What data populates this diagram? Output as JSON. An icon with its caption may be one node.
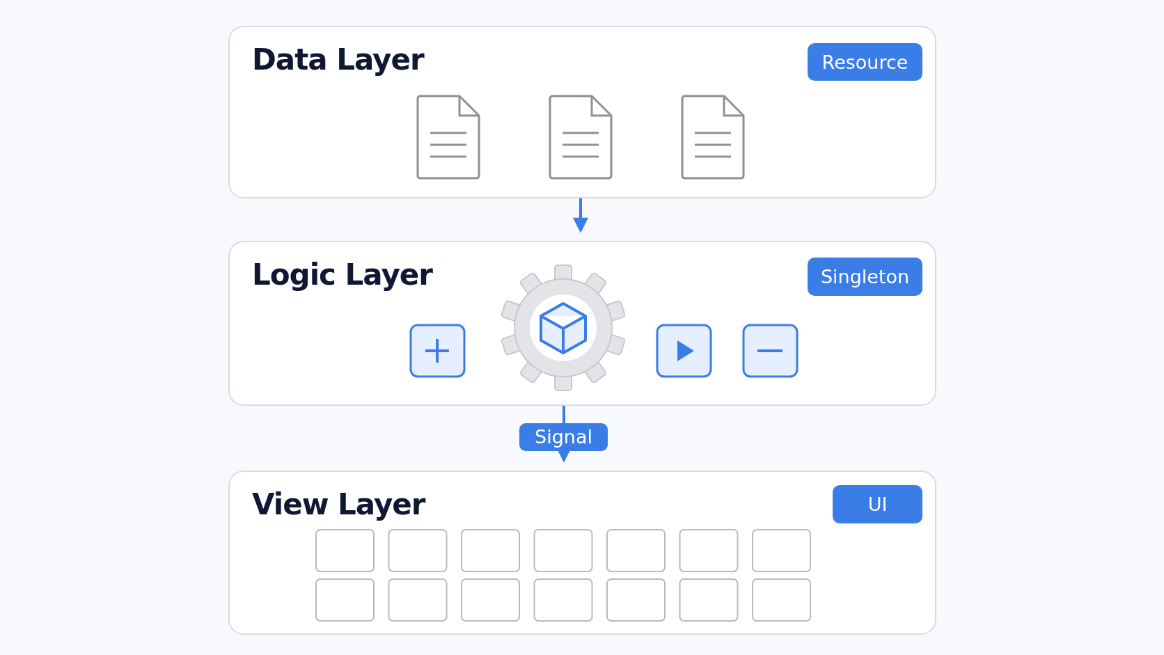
{
  "diagram": {
    "nodes": [
      {
        "text": [
          "Data Layer"
        ]
      },
      {
        "text": [
          "Resource"
        ],
        "in": 0
      },
      {
        "text": [
          "Logic Layer"
        ]
      },
      {
        "text": [
          "Singleton"
        ],
        "in": 2
      },
      {
        "text": [
          "View Layer"
        ]
      },
      {
        "text": [
          "UI"
        ],
        "in": 4
      }
    ],
    "edges": [
      {
        "from": 0,
        "to": 2,
        "arrow": "to"
      },
      {
        "from": 2,
        "to": 4,
        "arrow": "to",
        "label": "Signal"
      }
    ]
  }
}
